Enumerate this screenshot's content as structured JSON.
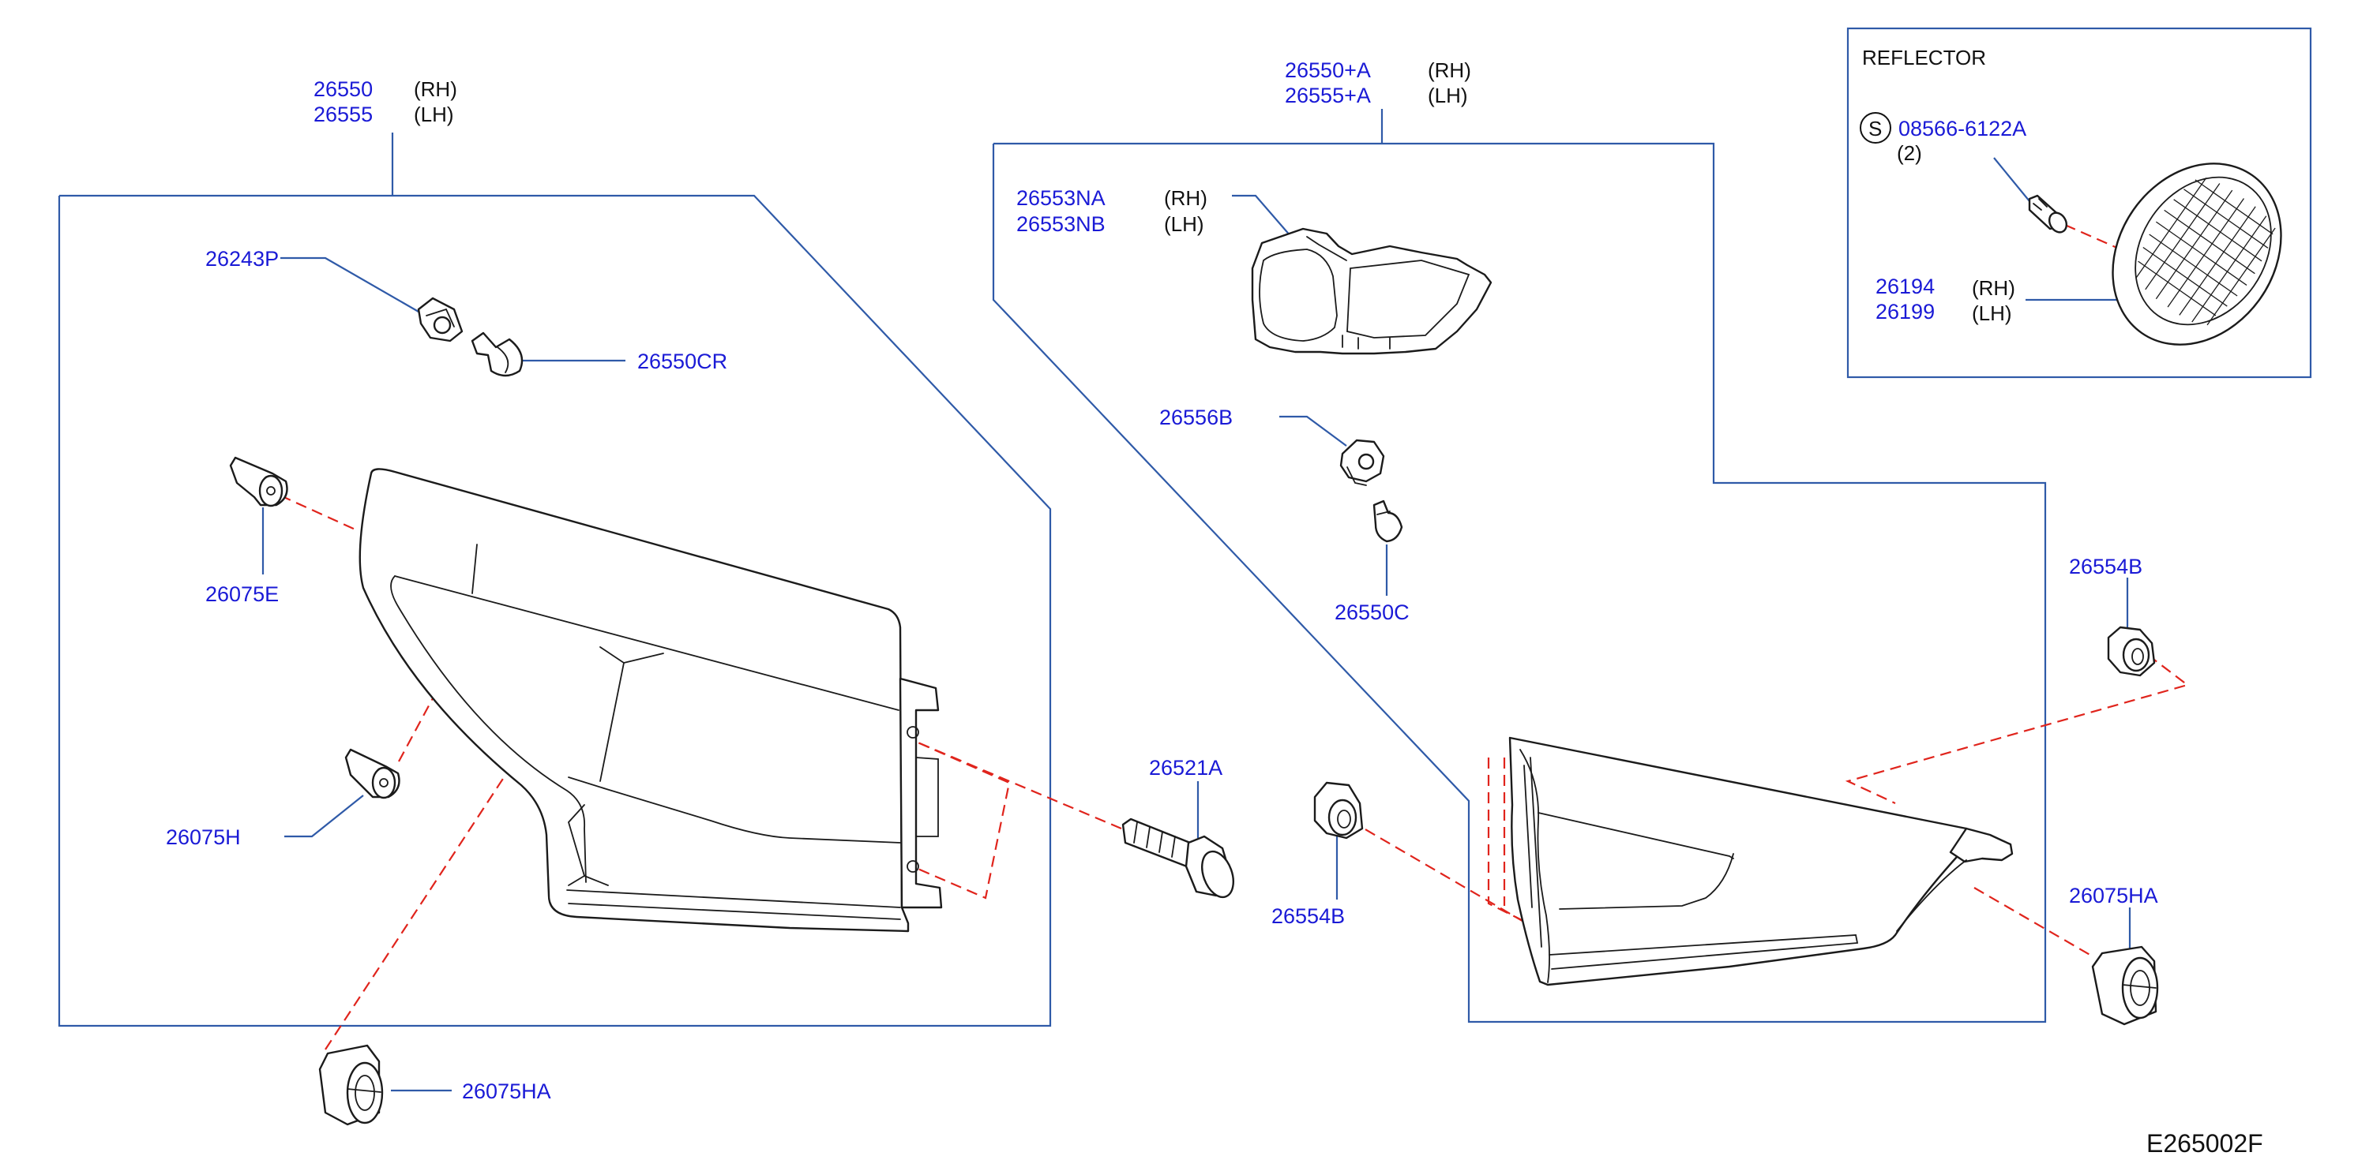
{
  "drawing_code": "E265002F",
  "reflector": {
    "title": "REFLECTOR",
    "screw_symbol": "S",
    "screw_part": "08566-6122A",
    "screw_qty": "(2)",
    "part_rh": "26194",
    "part_lh": "26199",
    "rh": "(RH)",
    "lh": "(LH)"
  },
  "outer_lamp": {
    "part_rh": "26550",
    "part_lh": "26555",
    "rh": "(RH)",
    "lh": "(LH)"
  },
  "inner_lamp": {
    "part_rh": "26550+A",
    "part_lh": "26555+A",
    "rh": "(RH)",
    "lh": "(LH)"
  },
  "lamp_housing": {
    "part_rh": "26553NA",
    "part_lh": "26553NB",
    "rh": "(RH)",
    "lh": "(LH)"
  },
  "callouts": {
    "socket_outer": "26243P",
    "bulb_outer": "26550CR",
    "clip_upper": "26075E",
    "clip_lower": "26075H",
    "grommet_outer": "26075HA",
    "bolt": "26521A",
    "nut_center": "26554B",
    "socket_inner": "26556B",
    "bulb_inner": "26550C",
    "nut_right": "26554B",
    "grommet_inner": "26075HA"
  }
}
